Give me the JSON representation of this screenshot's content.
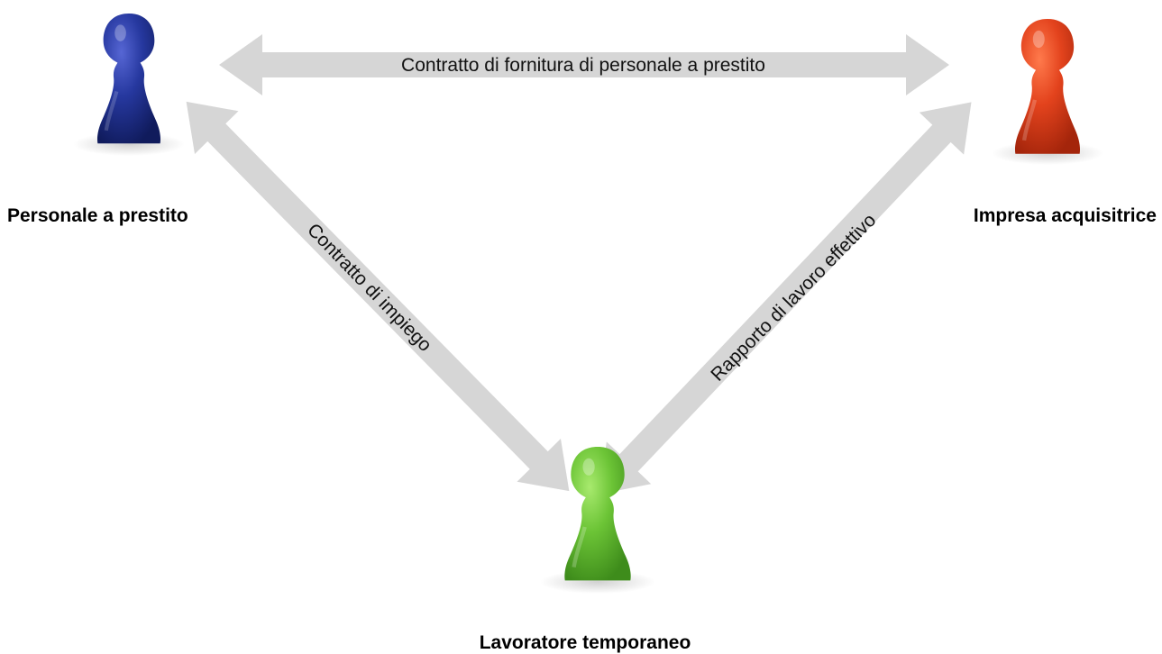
{
  "colors": {
    "background": "#ffffff",
    "arrow": "#d6d6d6",
    "label_text": "#111111",
    "node_label_text": "#000000",
    "pawn_blue": "#23349a",
    "pawn_red": "#e0421c",
    "pawn_green": "#6cc436"
  },
  "nodes": {
    "lender": {
      "label": "Personale a prestito",
      "icon": "blue-pawn-icon"
    },
    "acquirer": {
      "label": "Impresa acquisitrice",
      "icon": "red-pawn-icon"
    },
    "worker": {
      "label": "Lavoratore temporaneo",
      "icon": "green-pawn-icon"
    }
  },
  "relations": {
    "top": {
      "label": "Contratto di fornitura di personale a prestito"
    },
    "left": {
      "label": "Contratto di impiego"
    },
    "right": {
      "label": "Rapporto di lavoro effettivo"
    }
  }
}
